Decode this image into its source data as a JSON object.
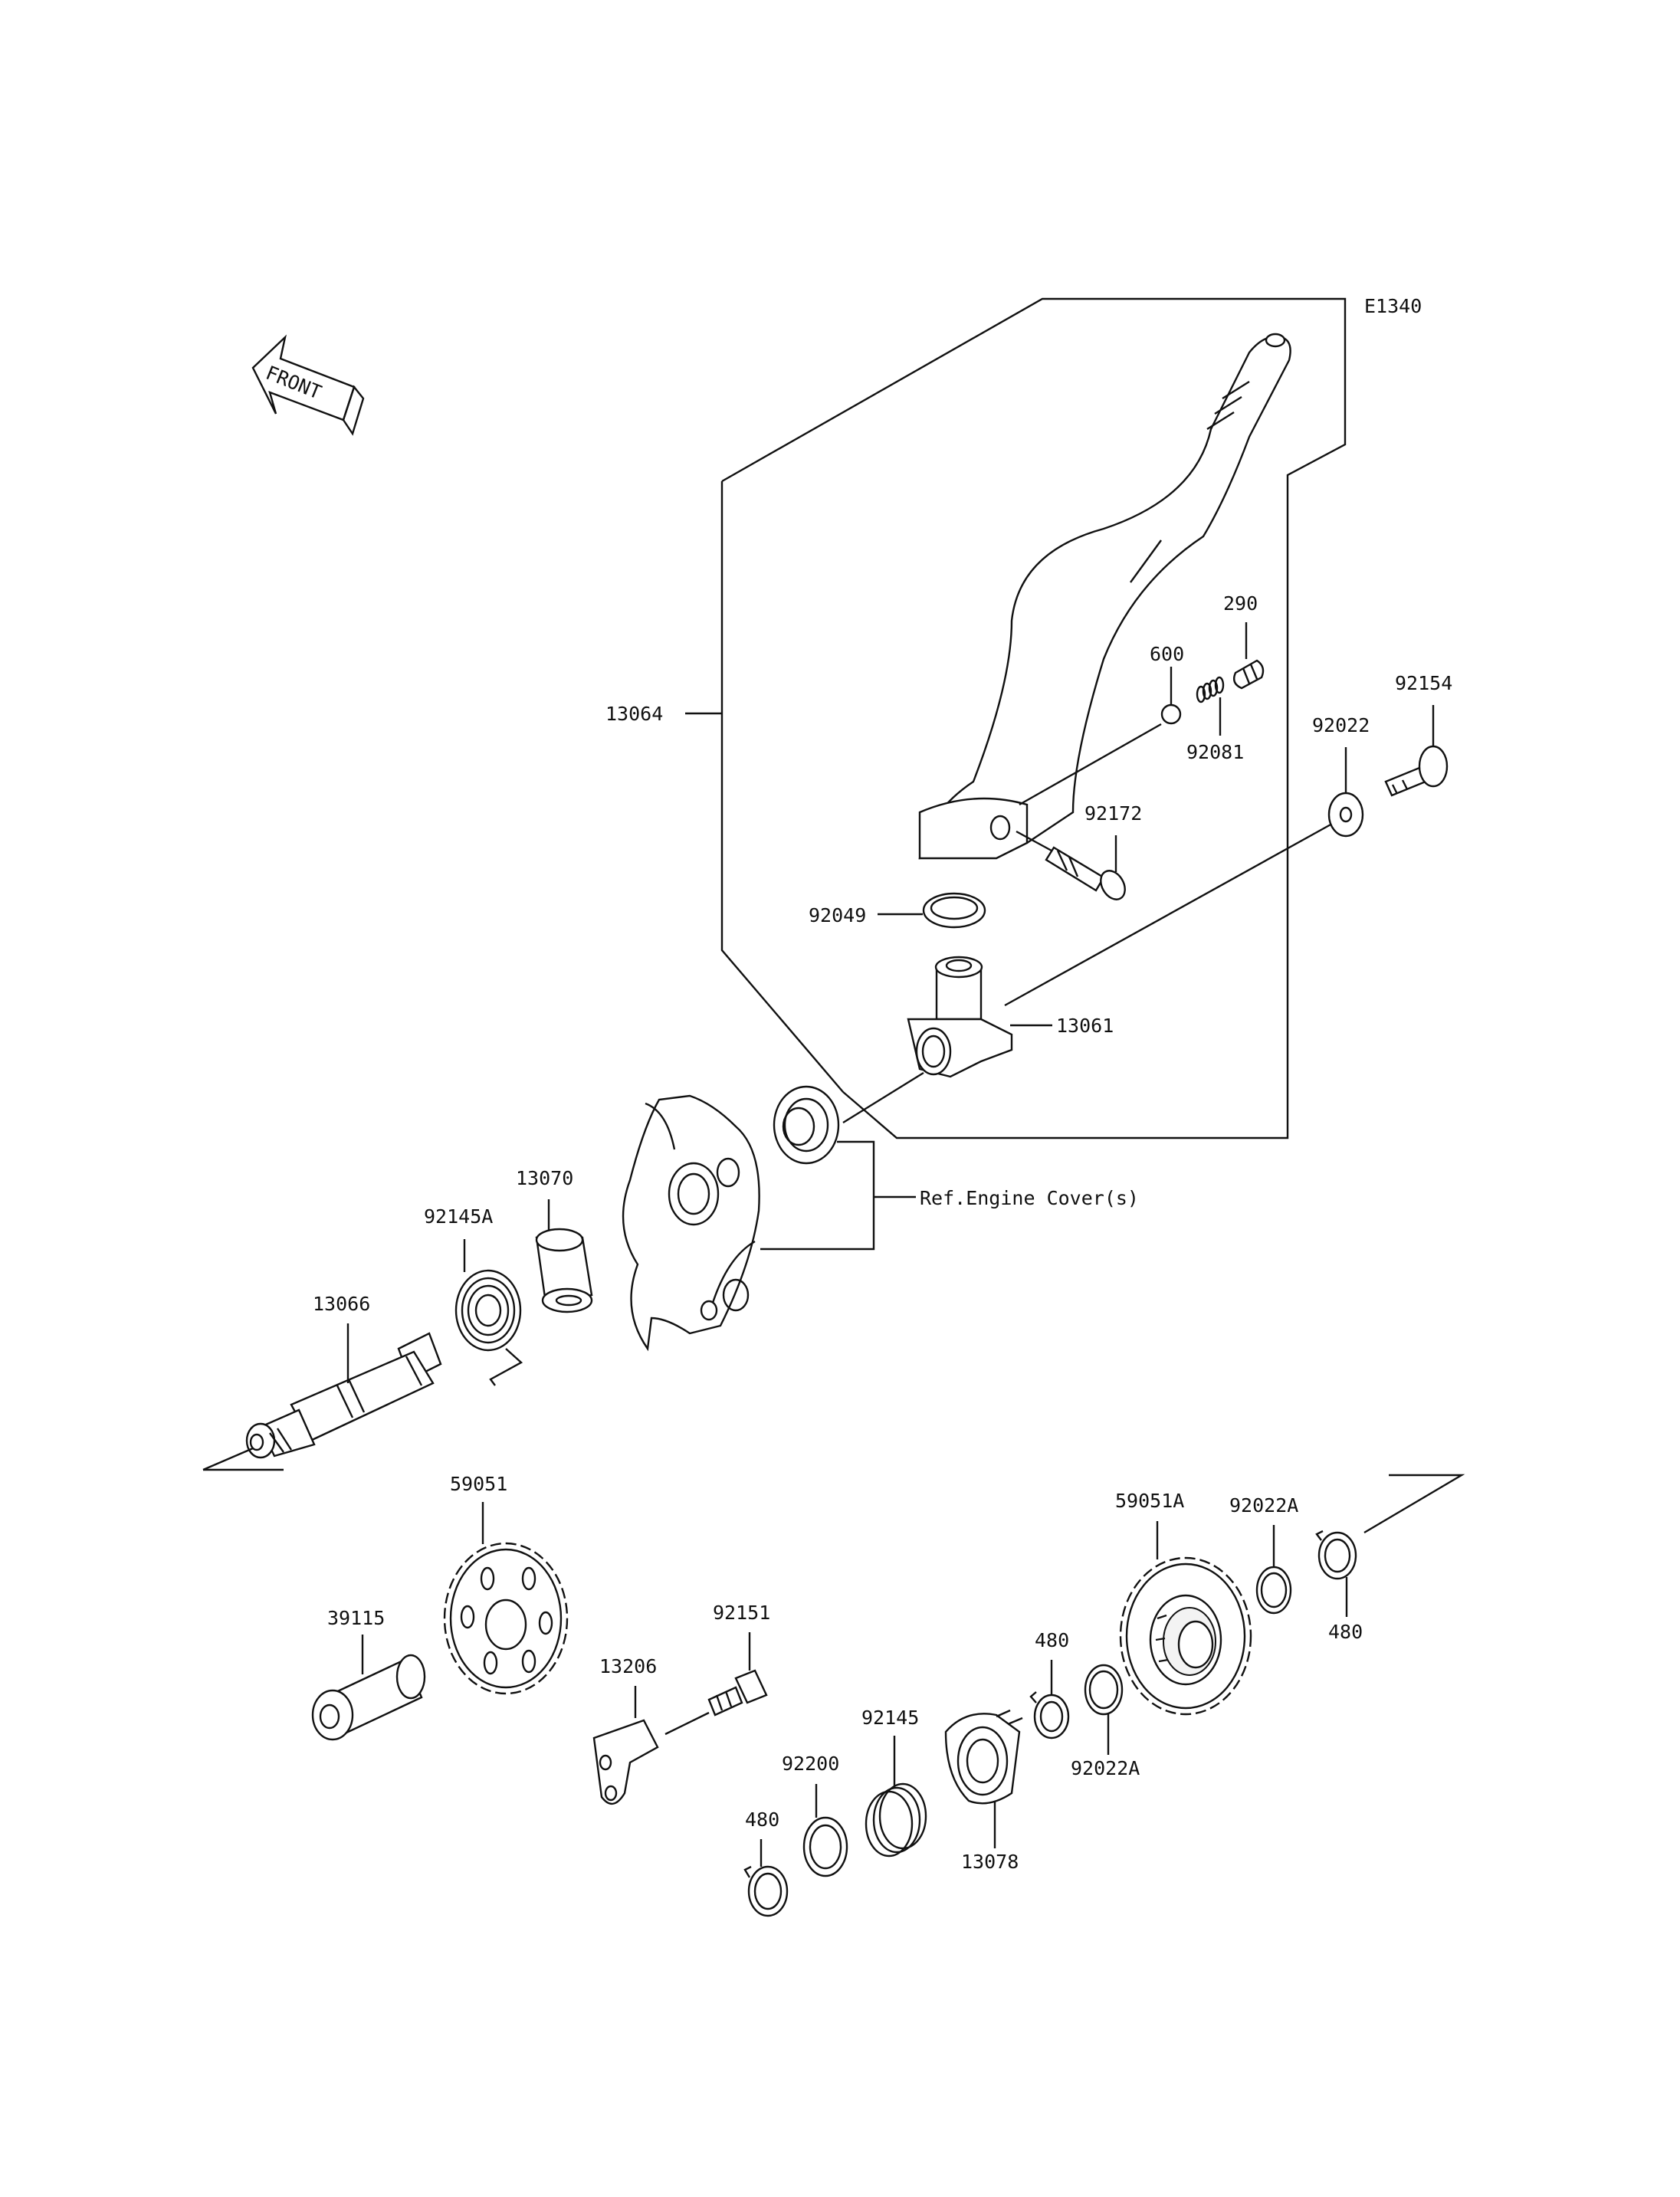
{
  "diagram_code": "E1340",
  "front_label": "FRONT",
  "ref_label": "Ref.Engine Cover(s)",
  "parts": {
    "p13064": "13064",
    "p290": "290",
    "p600": "600",
    "p92081": "92081",
    "p92154": "92154",
    "p92022": "92022",
    "p92172": "92172",
    "p92049": "92049",
    "p13061": "13061",
    "p13070": "13070",
    "p92145A": "92145A",
    "p13066": "13066",
    "p59051": "59051",
    "p39115": "39115",
    "p92151": "92151",
    "p13206": "13206",
    "p92200": "92200",
    "p92145": "92145",
    "p480a": "480",
    "p13078": "13078",
    "p480b": "480",
    "p92022A_a": "92022A",
    "p59051A": "59051A",
    "p92022A_b": "92022A",
    "p480c": "480"
  }
}
